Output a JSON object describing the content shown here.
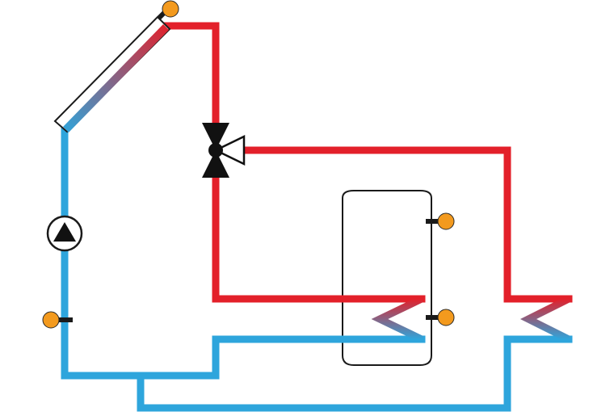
{
  "colors": {
    "hot": "#e3202a",
    "cold": "#2ea5dc",
    "sensor": "#f39a1e",
    "sensor_stem": "#1a1a1a",
    "outline": "#1a1a1a",
    "valve": "#111111",
    "background": "#ffffff",
    "collector_glass": "#ffffff"
  },
  "components": {
    "collector": {
      "icon": "solar-collector-icon",
      "gradient": [
        "#e3202a",
        "#2ea5dc"
      ]
    },
    "pump": {
      "icon": "pump-icon"
    },
    "valve": {
      "icon": "three-way-valve-icon"
    },
    "storage_tank": {
      "icon": "storage-tank-icon"
    },
    "tank_heat_exchanger": {
      "icon": "coil-heat-exchanger-icon"
    },
    "external_heat_exchanger": {
      "icon": "coil-heat-exchanger-icon"
    },
    "sensors": [
      {
        "id": "collector-sensor",
        "icon": "temperature-sensor-icon"
      },
      {
        "id": "tank-top-sensor",
        "icon": "temperature-sensor-icon"
      },
      {
        "id": "tank-bottom-sensor",
        "icon": "temperature-sensor-icon"
      },
      {
        "id": "return-sensor",
        "icon": "temperature-sensor-icon"
      }
    ]
  }
}
